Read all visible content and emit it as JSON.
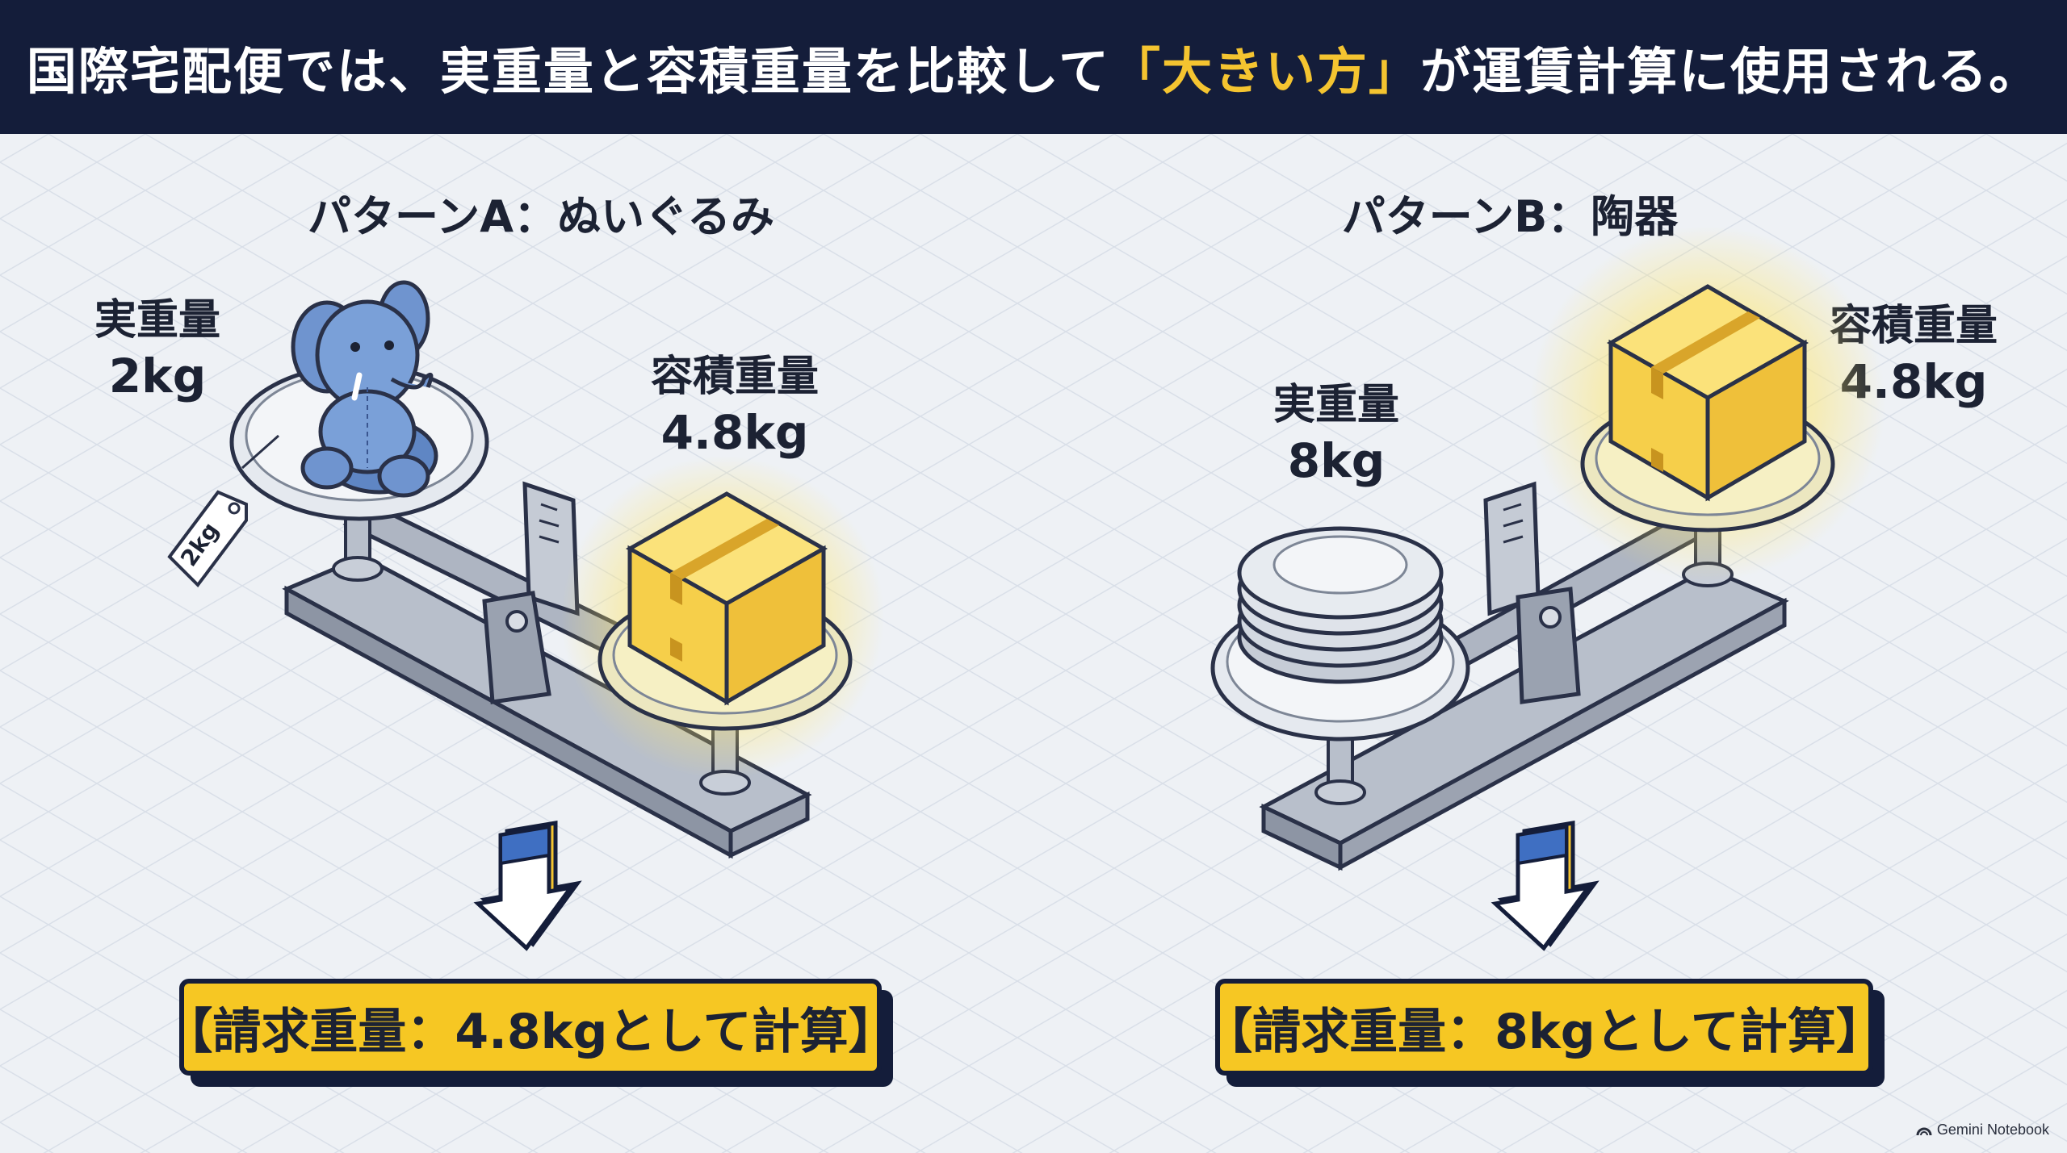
{
  "header": {
    "title_before": "国際宅配便では、実重量と容積重量を比較して",
    "title_highlight": "「大きい方」",
    "title_after": "が運賃計算に使用される。"
  },
  "pattern_a": {
    "title": "パターンA：ぬいぐるみ",
    "actual_label": "実重量",
    "actual_value": "2kg",
    "tag_text": "2kg",
    "volumetric_label": "容積重量",
    "volumetric_value": "4.8kg",
    "result": "【請求重量：4.8kgとして計算】"
  },
  "pattern_b": {
    "title": "パターンB：陶器",
    "actual_label": "実重量",
    "actual_value": "8kg",
    "volumetric_label": "容積重量",
    "volumetric_value": "4.8kg",
    "result": "【請求重量：8kgとして計算】"
  },
  "footer": {
    "credit": "Gemini Notebook"
  },
  "colors": {
    "navy": "#141d3a",
    "highlight": "#f4c430",
    "result_bg": "#f6c723",
    "elephant": "#6f94cf"
  }
}
